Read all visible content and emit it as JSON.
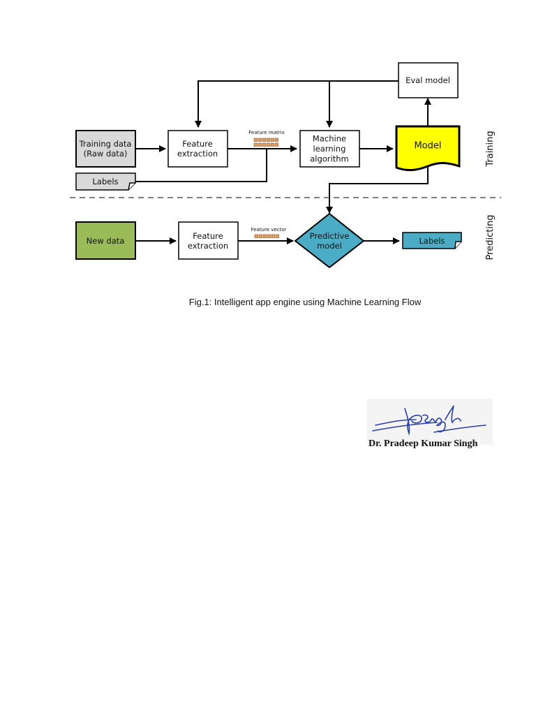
{
  "diagram": {
    "nodes": {
      "training_data": "Training data\n(Raw data)",
      "labels_in": "Labels",
      "feature_extraction_train": "Feature\nextraction",
      "machine_learning_algorithm": "Machine\nlearning\nalgorithm",
      "model": "Model",
      "eval_model": "Eval model",
      "new_data": "New data",
      "feature_extraction_predict": "Feature\nextraction",
      "predictive_model": "Predictive\nmodel",
      "labels_out": "Labels"
    },
    "annotations": {
      "feature_matrix": "Feature matrix",
      "feature_vector": "Feature vector"
    },
    "phases": {
      "training": "Training",
      "predicting": "Predicting"
    },
    "colors": {
      "training_data_fill": "#d9d9d9",
      "labels_in_fill": "#d9d9d9",
      "model_fill": "#ffff00",
      "new_data_fill": "#9bbb59",
      "predictive_model_fill": "#4bacc6",
      "labels_out_fill": "#4bacc6",
      "matrix_cell_fill": "#e8a060"
    }
  },
  "caption": "Fig.1: Intelligent app engine using Machine Learning Flow",
  "signature": {
    "name": "Dr. Pradeep Kumar Singh",
    "handwritten": "PSingh"
  }
}
